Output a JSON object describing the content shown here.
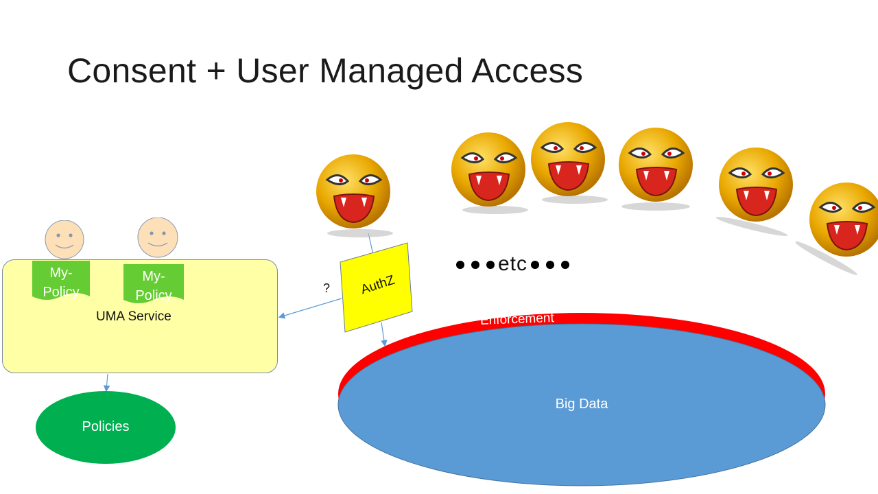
{
  "slide": {
    "title": "Consent + User Managed Access"
  },
  "uma": {
    "label": "UMA Service",
    "policy_tags": [
      {
        "label": "My-\nPolicy"
      },
      {
        "label": "My-\nPolicy"
      }
    ]
  },
  "policies": {
    "label": "Policies"
  },
  "authz": {
    "label": "AuthZ",
    "query_label": "?"
  },
  "ellipsis": {
    "text": "etc"
  },
  "bigdata": {
    "label": "Big Data",
    "enforcement_label": "Enforcement"
  },
  "colors": {
    "uma_fill": "#ffffa6",
    "policy_tag_fill": "#66cc33",
    "policies_fill": "#00b050",
    "authz_fill": "#ffff00",
    "bigdata_fill": "#5b9bd5",
    "enforcement_fill": "#ff0000",
    "connector": "#5b9bd5"
  },
  "icons": {
    "user_face": "smiley-face-icon",
    "attacker_face": "vampire-emoticon-icon"
  }
}
